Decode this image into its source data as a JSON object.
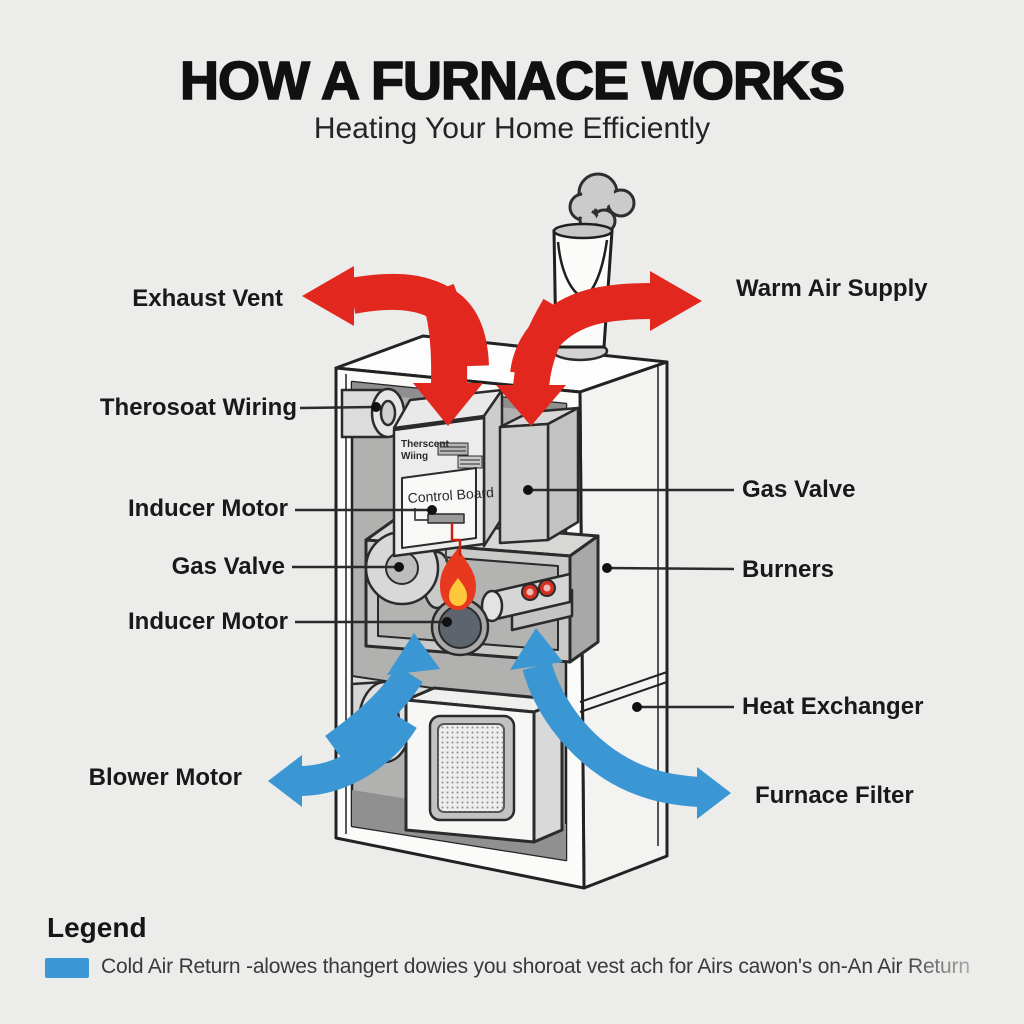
{
  "title": "HOW A FURNACE WORKS",
  "subtitle": "Heating Your Home Efficiently",
  "colors": {
    "background": "#ececeb",
    "warm_air_arrow": "#e2281e",
    "cold_air_arrow": "#3b97d3",
    "ink": "#171717"
  },
  "diagram": {
    "control_board": {
      "sticker_line1": "Therscent",
      "sticker_line2": "Wiing",
      "panel_label": "Control Board"
    },
    "labels_left": [
      {
        "text": "Exhaust Vent"
      },
      {
        "text": "Therosoat Wiring"
      },
      {
        "text": "Inducer Motor"
      },
      {
        "text": "Gas Valve"
      },
      {
        "text": "Inducer Motor"
      },
      {
        "text": "Blower Motor"
      }
    ],
    "labels_right": [
      {
        "text": "Warm Air Supply"
      },
      {
        "text": "Gas Valve"
      },
      {
        "text": "Burners"
      },
      {
        "text": "Heat Exchanger"
      },
      {
        "text": "Furnace Filter"
      }
    ]
  },
  "legend": {
    "heading": "Legend",
    "item": {
      "swatch_color": "#3b97d3",
      "text": "Cold Air Return -alowes thangert dowies you shoroat vest ach for Airs cawon's on-An Air Return"
    }
  }
}
